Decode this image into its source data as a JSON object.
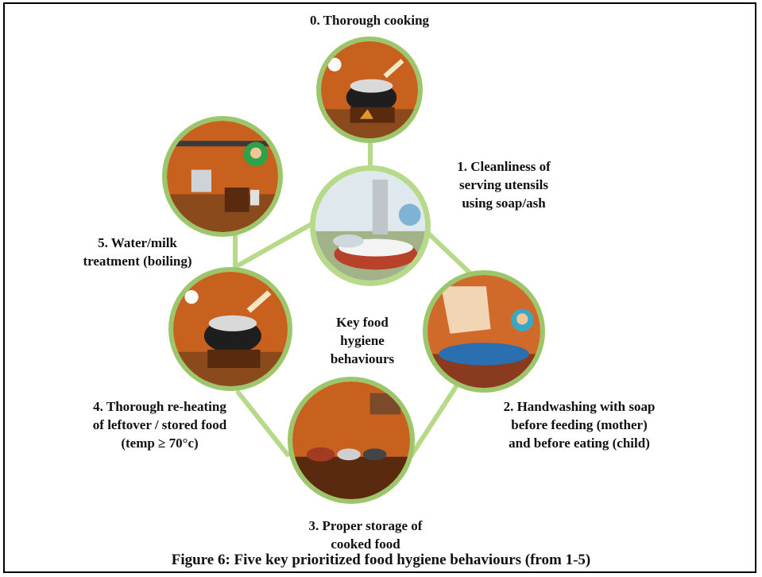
{
  "labels": {
    "step0": [
      "0. Thorough cooking"
    ],
    "step1": [
      "1. Cleanliness of",
      "serving utensils",
      "using soap/ash"
    ],
    "step2": [
      "2. Handwashing with soap",
      "before feeding (mother)",
      "and before eating (child)"
    ],
    "step3": [
      "3. Proper storage of",
      "cooked food"
    ],
    "step4": [
      "4. Thorough re-heating",
      "of leftover / stored food",
      "(temp ≥  70°c)"
    ],
    "step5": [
      "5. Water/milk",
      "treatment (boiling)"
    ],
    "center": [
      "Key food",
      "hygiene",
      "behaviours"
    ]
  },
  "caption": "Figure 6: Five key prioritized food hygiene behaviours (from 1-5)",
  "colors": {
    "ring": "#9cc66b",
    "link": "#b7d98a",
    "wall": "#c8601e",
    "floor": "#8a4a1c"
  }
}
